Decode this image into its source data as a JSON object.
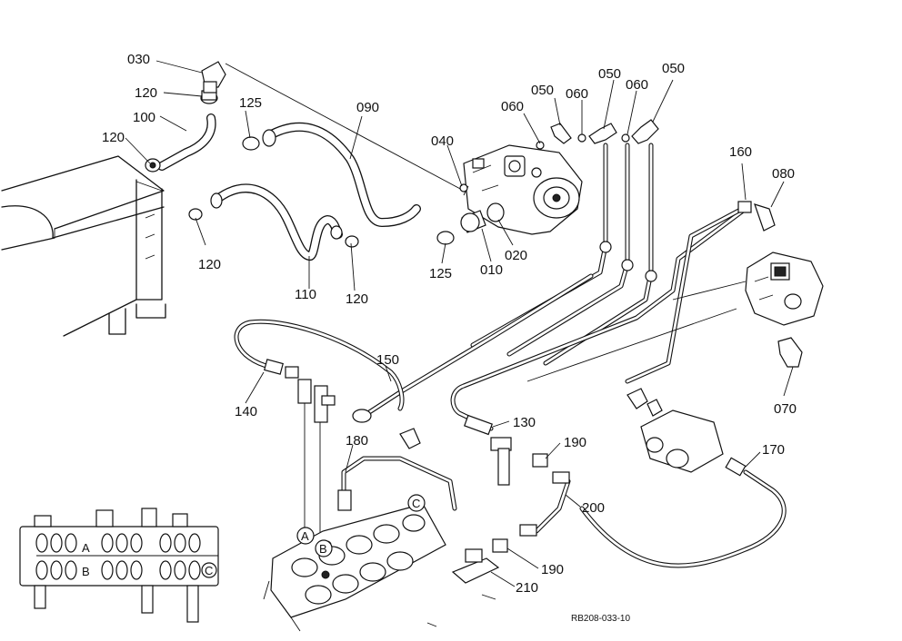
{
  "part_labels": {
    "p030": "030",
    "p120a": "120",
    "p100": "100",
    "p120b": "120",
    "p125a": "125",
    "p090": "090",
    "p120c": "120",
    "p110": "110",
    "p120d": "120",
    "p040": "040",
    "p060a": "060",
    "p050a": "050",
    "p060b": "060",
    "p050b": "050",
    "p060c": "060",
    "p050c": "050",
    "p125b": "125",
    "p010": "010",
    "p020": "020",
    "p160": "160",
    "p080": "080",
    "p070": "070",
    "p150": "150",
    "p140": "140",
    "p130": "130",
    "p180": "180",
    "p190a": "190",
    "p170": "170",
    "p200": "200",
    "p190b": "190",
    "p210": "210"
  },
  "port_markers": {
    "a_main": "A",
    "b_main": "B",
    "c_main": "C",
    "a_inset": "A",
    "b_inset": "B",
    "c_inset": "C"
  },
  "drawing_code": "RB208-033-10"
}
